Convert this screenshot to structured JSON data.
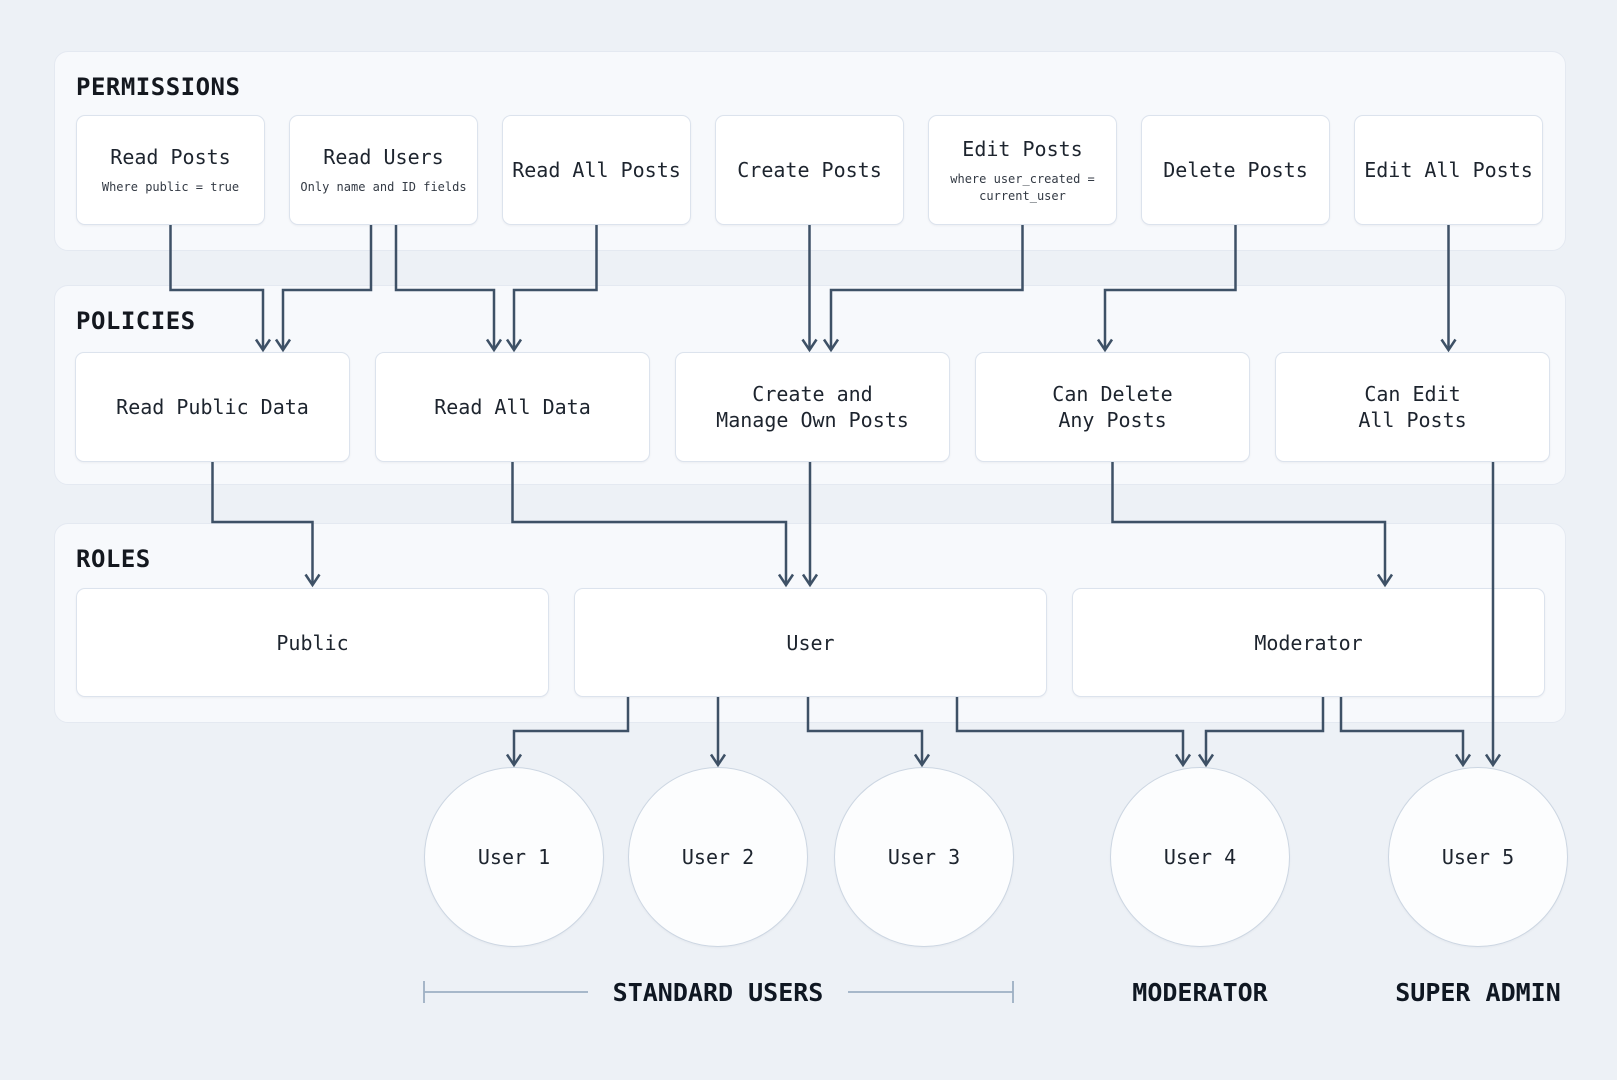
{
  "diagram": {
    "sections": {
      "permissions": {
        "title": "PERMISSIONS",
        "nodes": [
          {
            "label": "Read Posts",
            "note": "Where public = true"
          },
          {
            "label": "Read Users",
            "note": "Only name and ID fields"
          },
          {
            "label": "Read All Posts",
            "note": ""
          },
          {
            "label": "Create Posts",
            "note": ""
          },
          {
            "label": "Edit Posts",
            "note": "where user_created = current_user"
          },
          {
            "label": "Delete Posts",
            "note": ""
          },
          {
            "label": "Edit All Posts",
            "note": ""
          }
        ]
      },
      "policies": {
        "title": "POLICIES",
        "nodes": [
          {
            "label": "Read Public Data",
            "label2": ""
          },
          {
            "label": "Read All Data",
            "label2": ""
          },
          {
            "label": "Create and",
            "label2": "Manage Own Posts"
          },
          {
            "label": "Can Delete",
            "label2": "Any Posts"
          },
          {
            "label": "Can Edit",
            "label2": "All Posts"
          }
        ]
      },
      "roles": {
        "title": "ROLES",
        "nodes": [
          {
            "label": "Public"
          },
          {
            "label": "User"
          },
          {
            "label": "Moderator"
          }
        ]
      }
    },
    "users": [
      "User 1",
      "User 2",
      "User 3",
      "User 4",
      "User 5"
    ],
    "groups": {
      "standard": "STANDARD USERS",
      "moderator": "MODERATOR",
      "super_admin": "SUPER ADMIN"
    },
    "edges": [
      {
        "from": "Read Posts",
        "to": "Read Public Data"
      },
      {
        "from": "Read Users",
        "to": "Read Public Data"
      },
      {
        "from": "Read Users",
        "to": "Read All Data"
      },
      {
        "from": "Read All Posts",
        "to": "Read All Data"
      },
      {
        "from": "Create Posts",
        "to": "Create and Manage Own Posts"
      },
      {
        "from": "Edit Posts",
        "to": "Create and Manage Own Posts"
      },
      {
        "from": "Delete Posts",
        "to": "Can Delete Any Posts"
      },
      {
        "from": "Edit All Posts",
        "to": "Can Edit All Posts"
      },
      {
        "from": "Read Public Data",
        "to": "Public"
      },
      {
        "from": "Read All Data",
        "to": "User"
      },
      {
        "from": "Create and Manage Own Posts",
        "to": "User"
      },
      {
        "from": "Can Delete Any Posts",
        "to": "Moderator"
      },
      {
        "from": "Can Edit All Posts",
        "to": "User 5"
      },
      {
        "from": "User",
        "to": "User 1"
      },
      {
        "from": "User",
        "to": "User 2"
      },
      {
        "from": "User",
        "to": "User 3"
      },
      {
        "from": "User",
        "to": "User 4"
      },
      {
        "from": "Moderator",
        "to": "User 4"
      },
      {
        "from": "Moderator",
        "to": "User 5"
      }
    ],
    "colors": {
      "page_background": "#edf1f6",
      "band_background": "#f7f9fc",
      "band_border": "#e4e9f1",
      "node_background": "#ffffff",
      "node_border": "#dce3ed",
      "arrow": "#3e5166",
      "bracket": "#9db0c3",
      "text": "#1d242e"
    }
  }
}
